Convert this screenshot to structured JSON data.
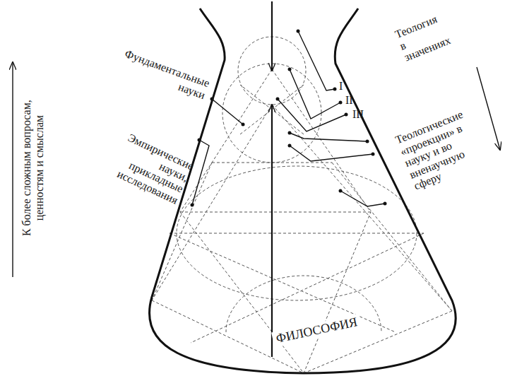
{
  "diagram": {
    "labels": [
      "К более сложным вопросам, ценностям и смыслам",
      "Фундаментальные науки",
      "Эмпирические науки, прикладные исследования",
      "Теология в значениях",
      "I",
      "II",
      "III",
      "Теологические «проекции» в науку и во вненаучную сферу",
      "ФИЛОСОФИЯ"
    ]
  }
}
